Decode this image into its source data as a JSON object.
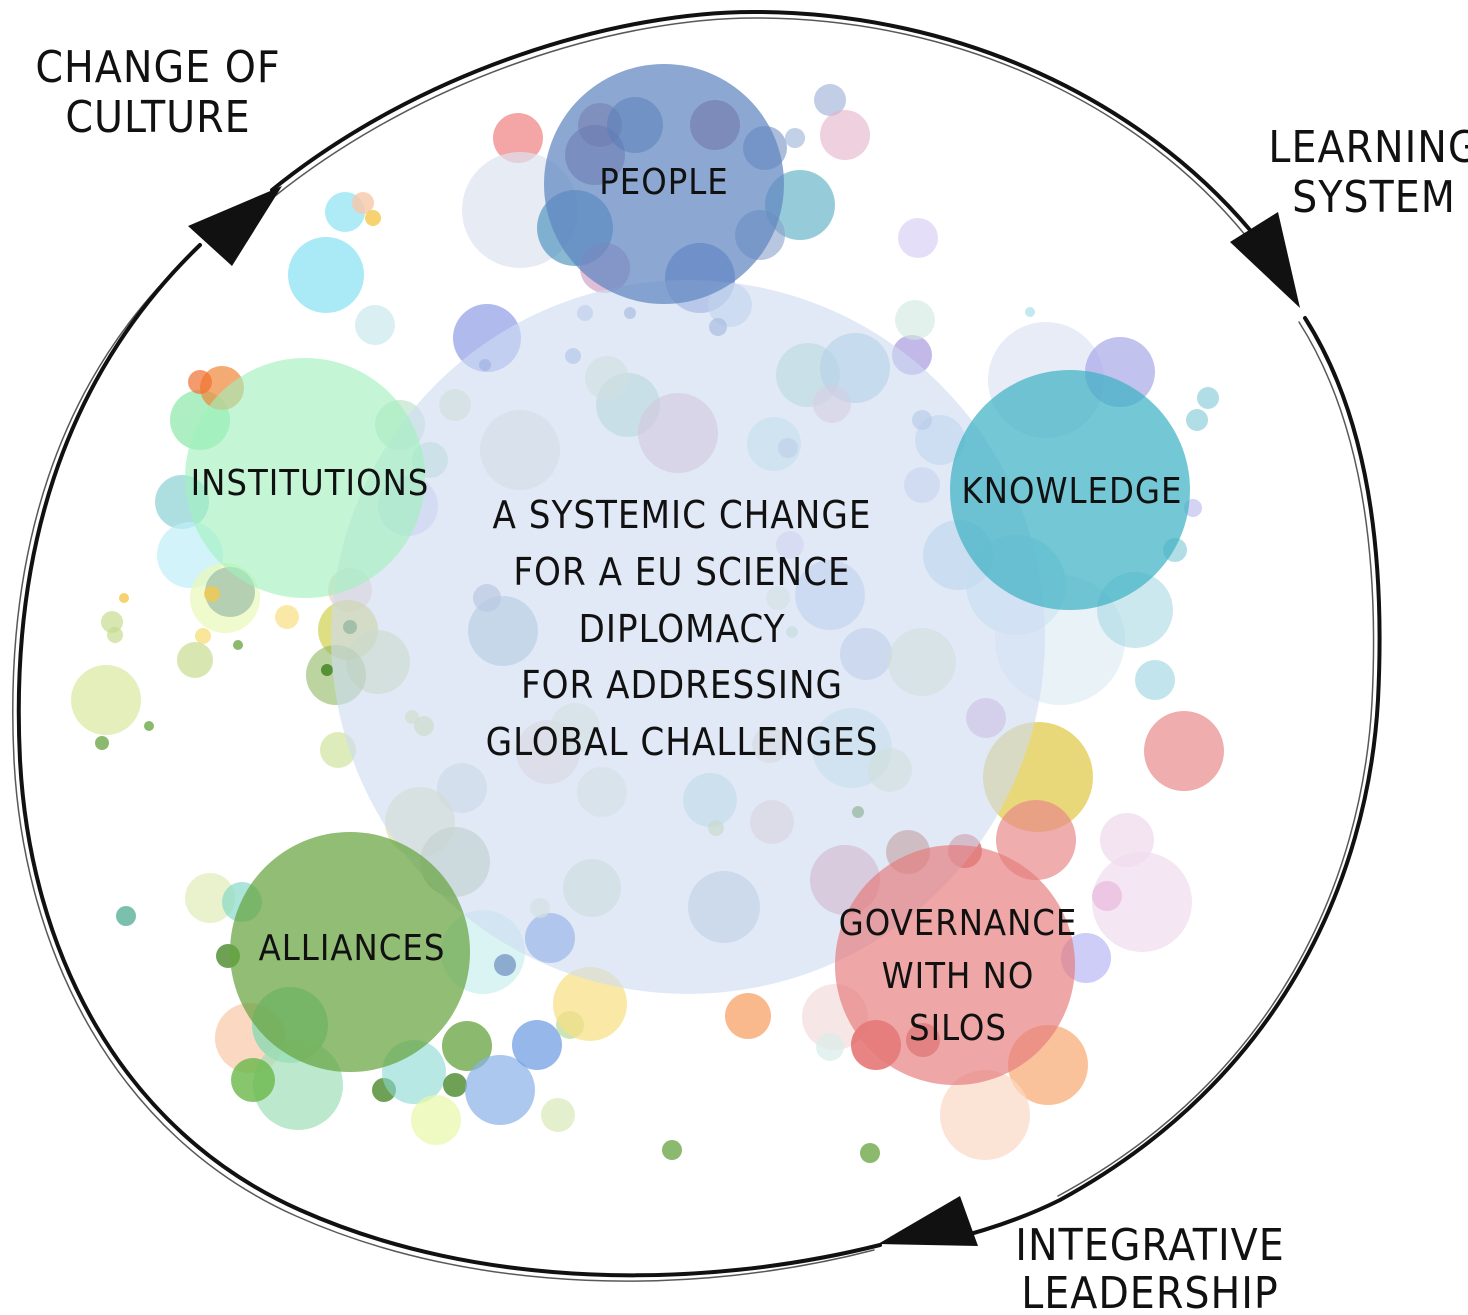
{
  "center": {
    "lines": [
      "A SYSTEMIC CHANGE",
      "FOR A EU SCIENCE",
      "DIPLOMACY",
      "FOR ADDRESSING",
      "GLOBAL CHALLENGES"
    ]
  },
  "nodes": {
    "people": {
      "label": "PEOPLE",
      "color": "#6a8fc4"
    },
    "knowledge": {
      "label": "KNOWLEDGE",
      "color": "#4ab5c8"
    },
    "institutions": {
      "label": "INSTITUTIONS",
      "color": "#a8f0c4"
    },
    "alliances": {
      "label": "ALLIANCES",
      "color": "#6ea84a"
    },
    "governance": {
      "label_lines": [
        "GOVERNANCE",
        "WITH NO",
        "SILOS"
      ],
      "color": "#e88a8a"
    }
  },
  "outer": {
    "change_of_culture": [
      "CHANGE OF",
      "CULTURE"
    ],
    "learning_system": [
      "LEARNING",
      "SYSTEM"
    ],
    "integrative_leadership": [
      "INTEGRATIVE",
      "LEADERSHIP"
    ]
  },
  "colors": {
    "center_disc": "#cfdcf2",
    "loop": "#111111"
  }
}
